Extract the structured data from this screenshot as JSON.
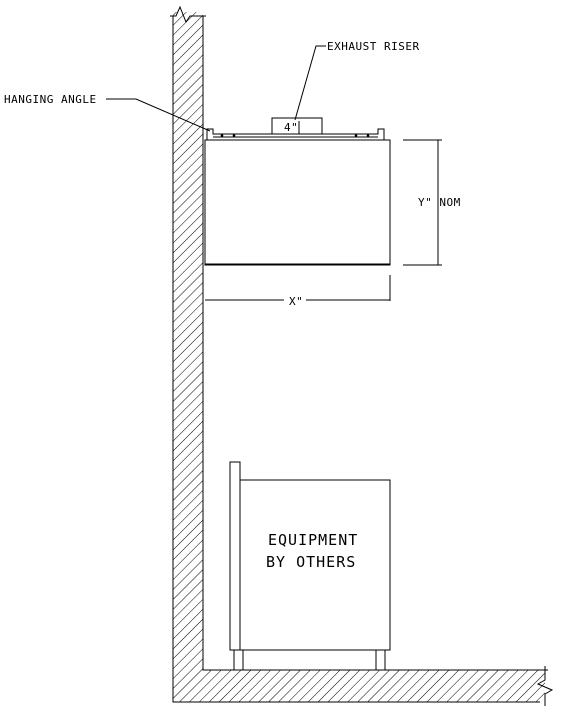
{
  "labels": {
    "exhaust_riser": "EXHAUST RISER",
    "hanging_angle": "HANGING ANGLE",
    "riser_size": "4\"",
    "height_dim": "Y\" NOM",
    "width_dim": "X\"",
    "equipment_line1": "EQUIPMENT",
    "equipment_line2": "BY OTHERS"
  }
}
